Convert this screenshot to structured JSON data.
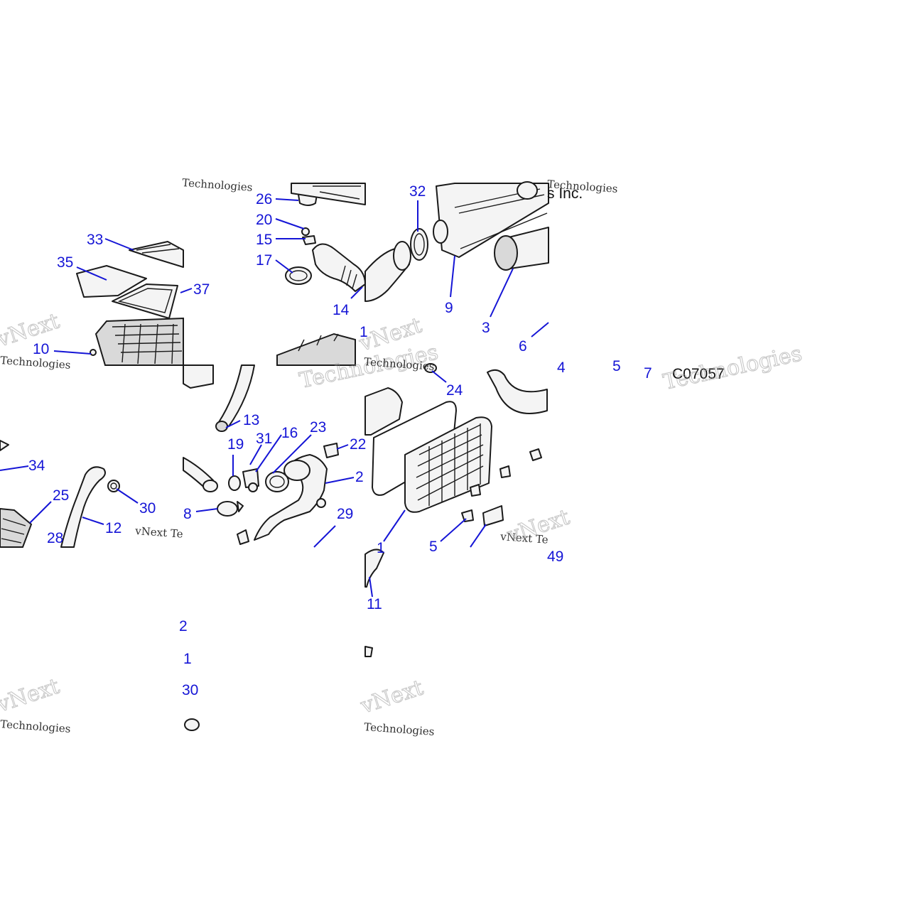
{
  "diagram": {
    "figure_code": "C07057",
    "watermark": {
      "brand_line_1": "vNext",
      "brand_line_2": "Technologies",
      "brand_small": "vNext Te",
      "copyright_fragment": "s Inc."
    },
    "callouts": [
      {
        "id": "c33",
        "label": "33"
      },
      {
        "id": "c35",
        "label": "35"
      },
      {
        "id": "c37",
        "label": "37"
      },
      {
        "id": "c10",
        "label": "10"
      },
      {
        "id": "c26",
        "label": "26"
      },
      {
        "id": "c20",
        "label": "20"
      },
      {
        "id": "c15",
        "label": "15"
      },
      {
        "id": "c17",
        "label": "17"
      },
      {
        "id": "c14",
        "label": "14"
      },
      {
        "id": "c1a",
        "label": "1"
      },
      {
        "id": "c32",
        "label": "32"
      },
      {
        "id": "c9",
        "label": "9"
      },
      {
        "id": "c3",
        "label": "3"
      },
      {
        "id": "c6",
        "label": "6"
      },
      {
        "id": "c4",
        "label": "4"
      },
      {
        "id": "c5a",
        "label": "5"
      },
      {
        "id": "c7",
        "label": "7"
      },
      {
        "id": "c24",
        "label": "24"
      },
      {
        "id": "c13",
        "label": "13"
      },
      {
        "id": "c19",
        "label": "19"
      },
      {
        "id": "c31",
        "label": "31"
      },
      {
        "id": "c16",
        "label": "16"
      },
      {
        "id": "c23",
        "label": "23"
      },
      {
        "id": "c22",
        "label": "22"
      },
      {
        "id": "c2",
        "label": "2"
      },
      {
        "id": "c34",
        "label": "34"
      },
      {
        "id": "c25",
        "label": "25"
      },
      {
        "id": "c30a",
        "label": "30"
      },
      {
        "id": "c12",
        "label": "12"
      },
      {
        "id": "c28",
        "label": "28"
      },
      {
        "id": "c8",
        "label": "8"
      },
      {
        "id": "c29",
        "label": "29"
      },
      {
        "id": "c5b",
        "label": "5"
      },
      {
        "id": "c1b",
        "label": "1"
      },
      {
        "id": "c49",
        "label": "49"
      },
      {
        "id": "c11",
        "label": "11"
      },
      {
        "id": "c2b",
        "label": "2"
      },
      {
        "id": "c1c",
        "label": "1"
      },
      {
        "id": "c30b",
        "label": "30"
      }
    ]
  }
}
